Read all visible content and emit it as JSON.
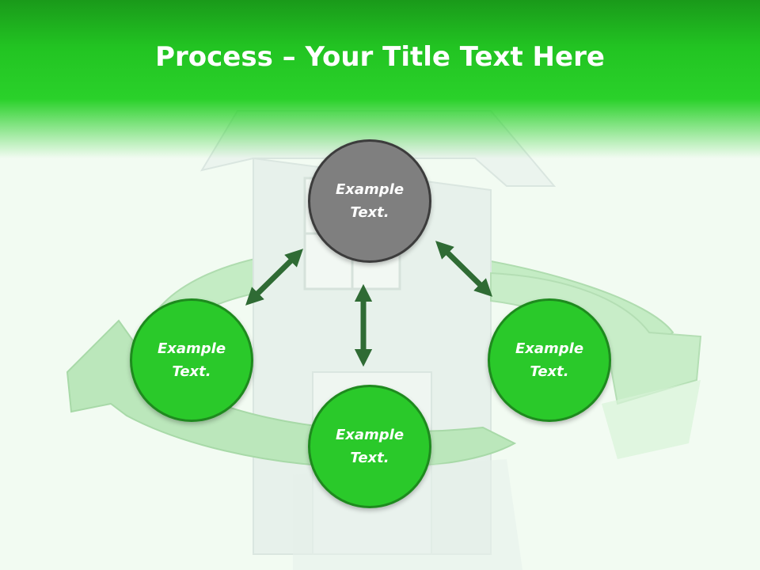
{
  "slide": {
    "title_bold": "Process",
    "title_rest": " – Your Title Text Here"
  },
  "nodes": {
    "top": {
      "line1": "Example",
      "line2": "Text."
    },
    "left": {
      "line1": "Example",
      "line2": "Text."
    },
    "right": {
      "line1": "Example",
      "line2": "Text."
    },
    "bottom": {
      "line1": "Example",
      "line2": "Text."
    }
  },
  "colors": {
    "header_green": "#22c422",
    "node_green": "#2ac92a",
    "node_gray": "#7f7f7f",
    "arrow_green": "#2f6b34"
  }
}
